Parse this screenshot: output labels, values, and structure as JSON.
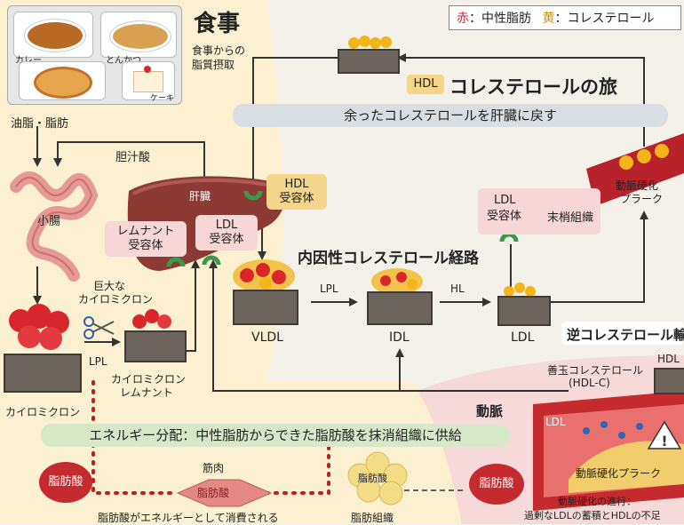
{
  "legend": {
    "red_key": "赤",
    "red_text": "：中性脂肪",
    "yellow_key": "黄",
    "yellow_text": "：コレステロール"
  },
  "meal": {
    "title": "食事",
    "subtitle_1": "食事からの",
    "subtitle_2": "脂質摂取",
    "curry": "カレー",
    "tonkatsu": "とんかつ",
    "cake": "ケーキ"
  },
  "left": {
    "oil": "油脂・脂肪",
    "bile": "胆汁酸",
    "small_intestine": "小腸",
    "giant_chylo_1": "巨大な",
    "giant_chylo_2": "カイロミクロン",
    "chylo": "カイロミクロン",
    "lpl": "LPL",
    "remnant_1": "カイロミクロン",
    "remnant_2": "レムナント"
  },
  "liver": {
    "label": "肝臓",
    "remnant_receptor_1": "レムナント",
    "remnant_receptor_2": "受容体",
    "ldl_receptor_1": "LDL",
    "ldl_receptor_2": "受容体",
    "hdl_receptor_1": "HDL",
    "hdl_receptor_2": "受容体"
  },
  "journey": {
    "hdl_tag": "HDL",
    "title": "コレステロールの旅",
    "banner": "余ったコレステロールを肝臓に戻す"
  },
  "pathway": {
    "title": "内因性コレステロール経路",
    "lpl": "LPL",
    "hl": "HL",
    "vldl": "VLDL",
    "idl": "IDL",
    "ldl": "LDL",
    "peripheral_ldl_1": "LDL",
    "peripheral_ldl_2": "受容体",
    "peripheral_tissue": "末梢組織",
    "plaque_1": "動脈硬化",
    "plaque_2": "プラーク"
  },
  "reverse": {
    "title": "逆コレステロール輸送",
    "good_1": "善玉コレステロール",
    "good_2": "(HDL-C)",
    "hdl": "HDL",
    "artery": "動脈",
    "ldl": "LDL",
    "plaque": "動脈硬化プラーク",
    "progress_1": "動脈硬化の進行：",
    "progress_2": "過剰なLDLの蓄積とHDLの不足"
  },
  "energy": {
    "banner": "エネルギー分配：中性脂肪からできた脂肪酸を抹消組織に供給",
    "fatty_acid_left": "脂肪酸",
    "muscle": "筋肉",
    "muscle_fatty_acid": "脂肪酸",
    "consumed": "脂肪酸がエネルギーとして消費される",
    "adipose_fatty_acid": "脂肪酸",
    "adipose": "脂肪組織",
    "fatty_acid_right": "脂肪酸"
  },
  "colors": {
    "red": "#d9262c",
    "yellow": "#f2b51a",
    "pink": "#f6d6d6",
    "cream": "#fbf3d9",
    "banner_gray": "#d9dee2",
    "banner_green": "#d7e8c8"
  }
}
